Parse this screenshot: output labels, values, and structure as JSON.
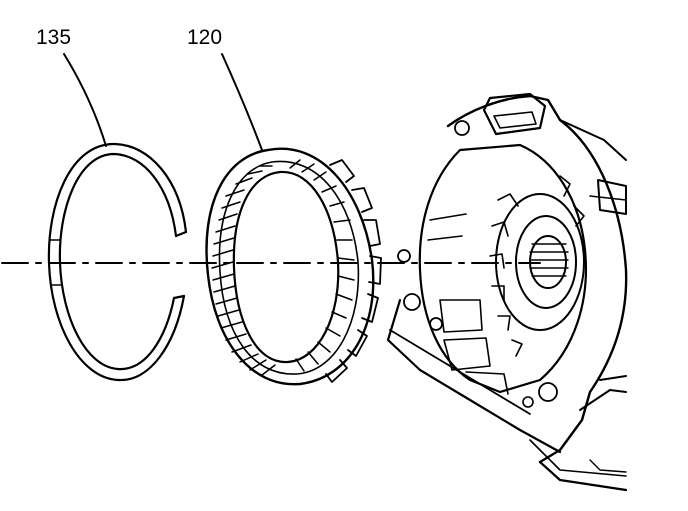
{
  "callouts": [
    {
      "id": "135",
      "text": "135"
    },
    {
      "id": "120",
      "text": "120"
    }
  ],
  "colors": {
    "ink": "#000000",
    "background": "#ffffff"
  }
}
